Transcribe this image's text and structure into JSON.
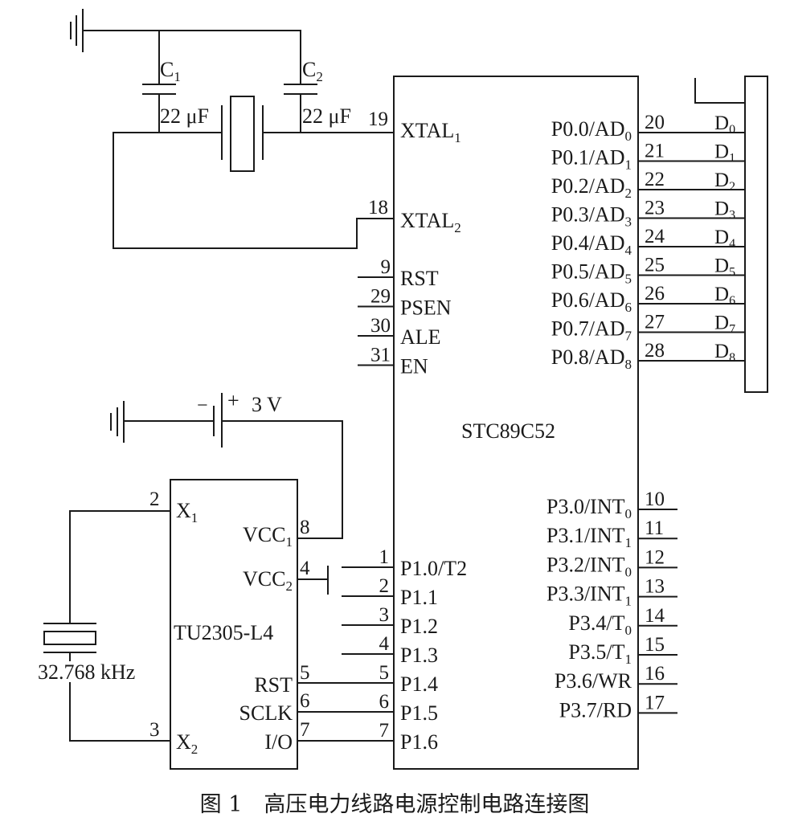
{
  "mcu": {
    "name": "STC89C52",
    "xtal1": {
      "num": "19",
      "label": "XTAL",
      "sub": "1"
    },
    "xtal2": {
      "num": "18",
      "label": "XTAL",
      "sub": "2"
    },
    "ctrl_pins": [
      {
        "num": "9",
        "label": "RST"
      },
      {
        "num": "29",
        "label": "PSEN"
      },
      {
        "num": "30",
        "label": "ALE"
      },
      {
        "num": "31",
        "label": "EN"
      }
    ],
    "p1_pins": [
      {
        "num": "1",
        "label": "P1.0/T2"
      },
      {
        "num": "2",
        "label": "P1.1"
      },
      {
        "num": "3",
        "label": "P1.2"
      },
      {
        "num": "4",
        "label": "P1.3"
      },
      {
        "num": "5",
        "label": "P1.4"
      },
      {
        "num": "6",
        "label": "P1.5"
      },
      {
        "num": "7",
        "label": "P1.6"
      }
    ],
    "p0_pins": [
      {
        "num": "20",
        "label": "P0.0/AD",
        "sub": "0",
        "bus": "D",
        "bus_sub": "0"
      },
      {
        "num": "21",
        "label": "P0.1/AD",
        "sub": "1",
        "bus": "D",
        "bus_sub": "1"
      },
      {
        "num": "22",
        "label": "P0.2/AD",
        "sub": "2",
        "bus": "D",
        "bus_sub": "2"
      },
      {
        "num": "23",
        "label": "P0.3/AD",
        "sub": "3",
        "bus": "D",
        "bus_sub": "3"
      },
      {
        "num": "24",
        "label": "P0.4/AD",
        "sub": "4",
        "bus": "D",
        "bus_sub": "4"
      },
      {
        "num": "25",
        "label": "P0.5/AD",
        "sub": "5",
        "bus": "D",
        "bus_sub": "5"
      },
      {
        "num": "26",
        "label": "P0.6/AD",
        "sub": "6",
        "bus": "D",
        "bus_sub": "6"
      },
      {
        "num": "27",
        "label": "P0.7/AD",
        "sub": "7",
        "bus": "D",
        "bus_sub": "7"
      },
      {
        "num": "28",
        "label": "P0.8/AD",
        "sub": "8",
        "bus": "D",
        "bus_sub": "8"
      }
    ],
    "p3_pins": [
      {
        "num": "10",
        "label": "P3.0/INT",
        "sub": "0"
      },
      {
        "num": "11",
        "label": "P3.1/INT",
        "sub": "1"
      },
      {
        "num": "12",
        "label": "P3.2/INT",
        "sub": "0"
      },
      {
        "num": "13",
        "label": "P3.3/INT",
        "sub": "1"
      },
      {
        "num": "14",
        "label": "P3.4/T",
        "sub": "0"
      },
      {
        "num": "15",
        "label": "P3.5/T",
        "sub": "1"
      },
      {
        "num": "16",
        "label": "P3.6/WR",
        "sub": ""
      },
      {
        "num": "17",
        "label": "P3.7/RD",
        "sub": ""
      }
    ]
  },
  "rtc": {
    "name": "TU2305-L4",
    "x1": {
      "num": "2",
      "label": "X",
      "sub": "1"
    },
    "x2": {
      "num": "3",
      "label": "X",
      "sub": "2"
    },
    "vcc1": {
      "num": "8",
      "label": "VCC",
      "sub": "1"
    },
    "vcc2": {
      "num": "4",
      "label": "VCC",
      "sub": "2"
    },
    "rst": {
      "num": "5",
      "label": "RST"
    },
    "sclk": {
      "num": "6",
      "label": "SCLK"
    },
    "io": {
      "num": "7",
      "label": "I/O"
    }
  },
  "components": {
    "c1": {
      "label": "C",
      "sub": "1",
      "value": "22 μF"
    },
    "c2": {
      "label": "C",
      "sub": "2",
      "value": "22 μF"
    },
    "battery": {
      "plus": "+",
      "minus": "−",
      "value": "3 V"
    },
    "crystal_rtc": {
      "value": "32.768 kHz"
    }
  },
  "caption": "图 1　高压电力线路电源控制电路连接图"
}
